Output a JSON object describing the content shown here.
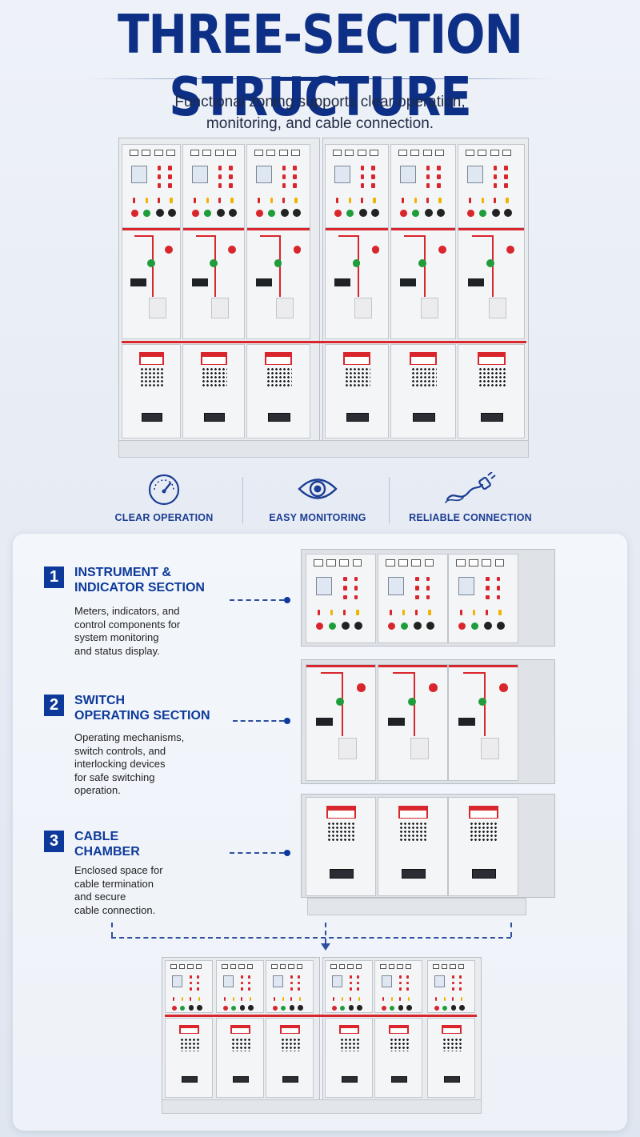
{
  "header": {
    "title": "THREE-SECTION STRUCTURE",
    "subtitle_lines": [
      "Functional zoning supports clear operation,",
      "monitoring, and cable connection."
    ]
  },
  "features": [
    {
      "icon": "gauge-icon",
      "label": "CLEAR OPERATION"
    },
    {
      "icon": "eye-icon",
      "label": "EASY MONITORING"
    },
    {
      "icon": "cable-plug-icon",
      "label": "RELIABLE CONNECTION"
    }
  ],
  "sections": [
    {
      "number": "1",
      "title_lines": [
        "INSTRUMENT &",
        "INDICATOR SECTION"
      ],
      "description_lines": [
        "Meters, indicators, and",
        "control components for",
        "system monitoring",
        "and status display."
      ]
    },
    {
      "number": "2",
      "title_lines": [
        "SWITCH",
        "OPERATING SECTION"
      ],
      "description_lines": [
        "Operating mechanisms,",
        "switch controls, and",
        "interlocking devices",
        "for safe switching",
        "operation."
      ]
    },
    {
      "number": "3",
      "title_lines": [
        "CABLE",
        "CHAMBER"
      ],
      "description_lines": [
        "Enclosed space for",
        "cable termination",
        "and secure",
        "cable connection."
      ]
    }
  ],
  "colors": {
    "brand_blue": "#0d2f86",
    "accent_red": "#d8262c"
  }
}
